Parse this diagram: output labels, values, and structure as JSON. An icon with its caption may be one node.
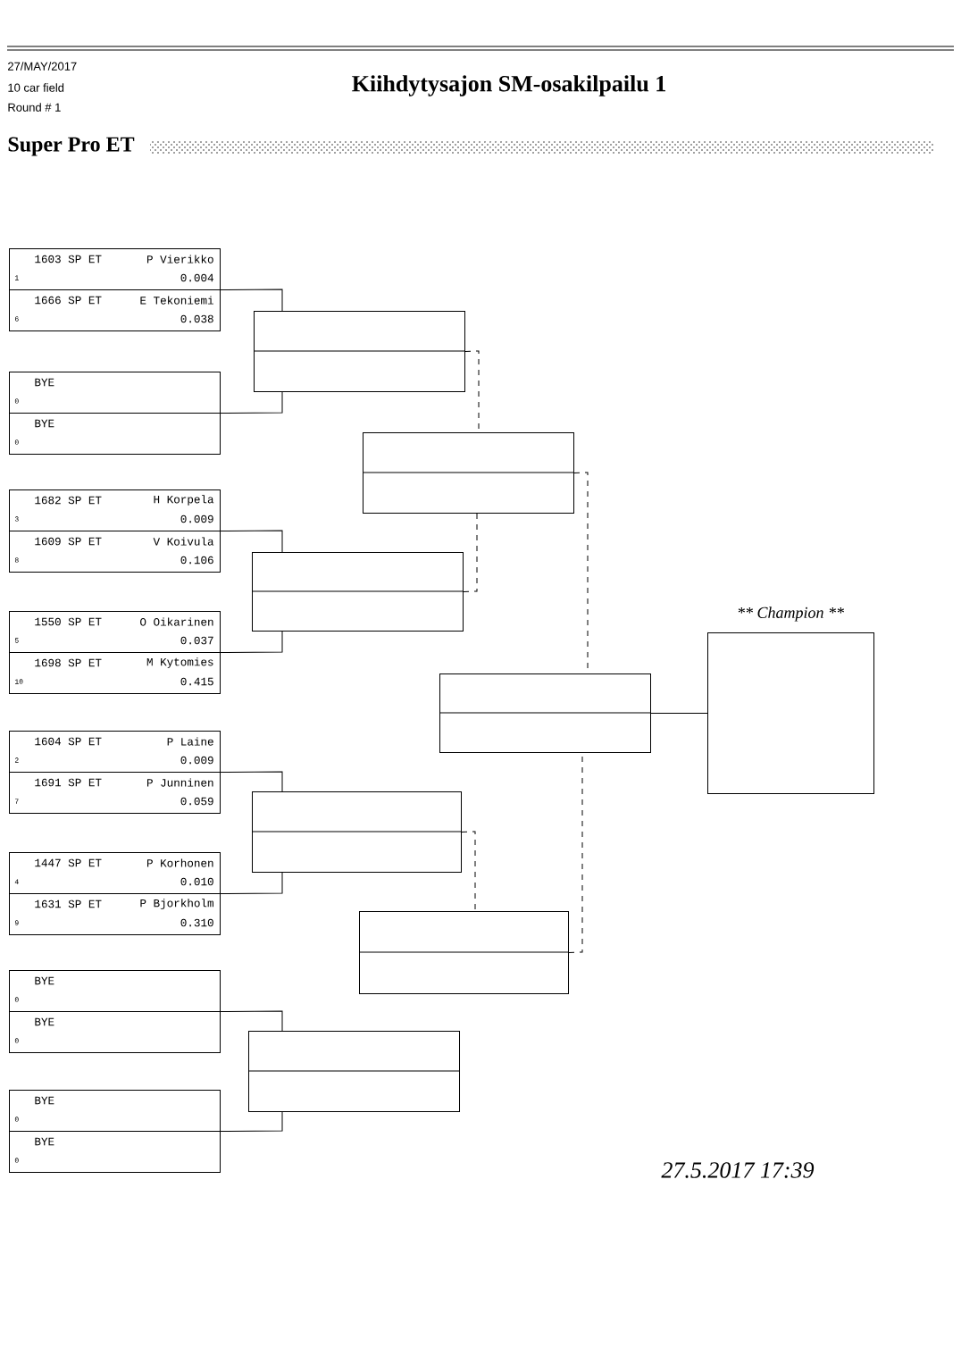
{
  "diagram": {
    "title": "Kiihdytysajon SM-osakilpailu 1",
    "nodes": [
      {
        "text": [],
        "shape": "box"
      },
      {
        "text": [
          "1603 SP ET",
          "P Vierikko",
          "1",
          "0.004"
        ],
        "in": 0
      },
      {
        "text": [
          "1666 SP ET",
          "E Tekoniemi",
          "6",
          "0.038"
        ],
        "in": 0
      },
      {
        "text": [],
        "shape": "box"
      },
      {
        "text": [
          "BYE",
          "0"
        ],
        "in": 3
      },
      {
        "text": [
          "BYE",
          "0"
        ],
        "in": 3
      },
      {
        "text": [],
        "shape": "box"
      },
      {
        "text": [
          "1682 SP ET",
          "H Korpela",
          "3",
          "0.009"
        ],
        "in": 6
      },
      {
        "text": [
          "1609 SP ET",
          "V Koivula",
          "8",
          "0.106"
        ],
        "in": 6
      },
      {
        "text": [],
        "shape": "box"
      },
      {
        "text": [
          "1550 SP ET",
          "O Oikarinen",
          "5",
          "0.037"
        ],
        "in": 9
      },
      {
        "text": [
          "1698 SP ET",
          "M Kytomies",
          "10",
          "0.415"
        ],
        "in": 9
      },
      {
        "text": [],
        "shape": "box"
      },
      {
        "text": [
          "1604 SP ET",
          "P Laine",
          "2",
          "0.009"
        ],
        "in": 12
      },
      {
        "text": [
          "1691 SP ET",
          "P Junninen",
          "7",
          "0.059"
        ],
        "in": 12
      },
      {
        "text": [],
        "shape": "box"
      },
      {
        "text": [
          "1447 SP ET",
          "P Korhonen",
          "4",
          "0.010"
        ],
        "in": 15
      },
      {
        "text": [
          "1631 SP ET",
          "P Bjorkholm",
          "9",
          "0.310"
        ],
        "in": 15
      },
      {
        "text": [],
        "shape": "box"
      },
      {
        "text": [
          "BYE",
          "0"
        ],
        "in": 18
      },
      {
        "text": [
          "BYE",
          "0"
        ],
        "in": 18
      },
      {
        "text": [],
        "shape": "box"
      },
      {
        "text": [
          "BYE",
          "0"
        ],
        "in": 21
      },
      {
        "text": [
          "BYE",
          "0"
        ],
        "in": 21
      },
      {
        "text": [],
        "shape": "box"
      },
      {
        "text": [],
        "shape": "box"
      },
      {
        "text": [],
        "shape": "box"
      },
      {
        "text": [],
        "shape": "box"
      },
      {
        "text": [],
        "shape": "box"
      },
      {
        "text": [],
        "shape": "box"
      },
      {
        "text": [],
        "shape": "box"
      },
      {
        "text": [
          "** Champion **"
        ]
      }
    ],
    "edges": [
      {
        "from": 0,
        "to": 24,
        "arrow": "none"
      },
      {
        "from": 3,
        "to": 24,
        "arrow": "none"
      },
      {
        "from": 6,
        "to": 25,
        "arrow": "none"
      },
      {
        "from": 9,
        "to": 25,
        "arrow": "none"
      },
      {
        "from": 12,
        "to": 26,
        "arrow": "none"
      },
      {
        "from": 15,
        "to": 26,
        "arrow": "none"
      },
      {
        "from": 18,
        "to": 27,
        "arrow": "none"
      },
      {
        "from": 21,
        "to": 27,
        "arrow": "none"
      },
      {
        "from": 24,
        "to": 28,
        "arrow": "none",
        "style": "dashed"
      },
      {
        "from": 25,
        "to": 28,
        "arrow": "none",
        "style": "dashed"
      },
      {
        "from": 26,
        "to": 29,
        "arrow": "none",
        "style": "dashed"
      },
      {
        "from": 28,
        "to": 30,
        "arrow": "none",
        "style": "dashed"
      },
      {
        "from": 29,
        "to": 30,
        "arrow": "none",
        "style": "dashed"
      },
      {
        "from": 30,
        "to": 31,
        "arrow": "none"
      }
    ],
    "labels": [
      "27/MAY/2017",
      "10 car field",
      "Round # 1",
      "Super Pro ET",
      "27.5.2017 17:39"
    ]
  }
}
